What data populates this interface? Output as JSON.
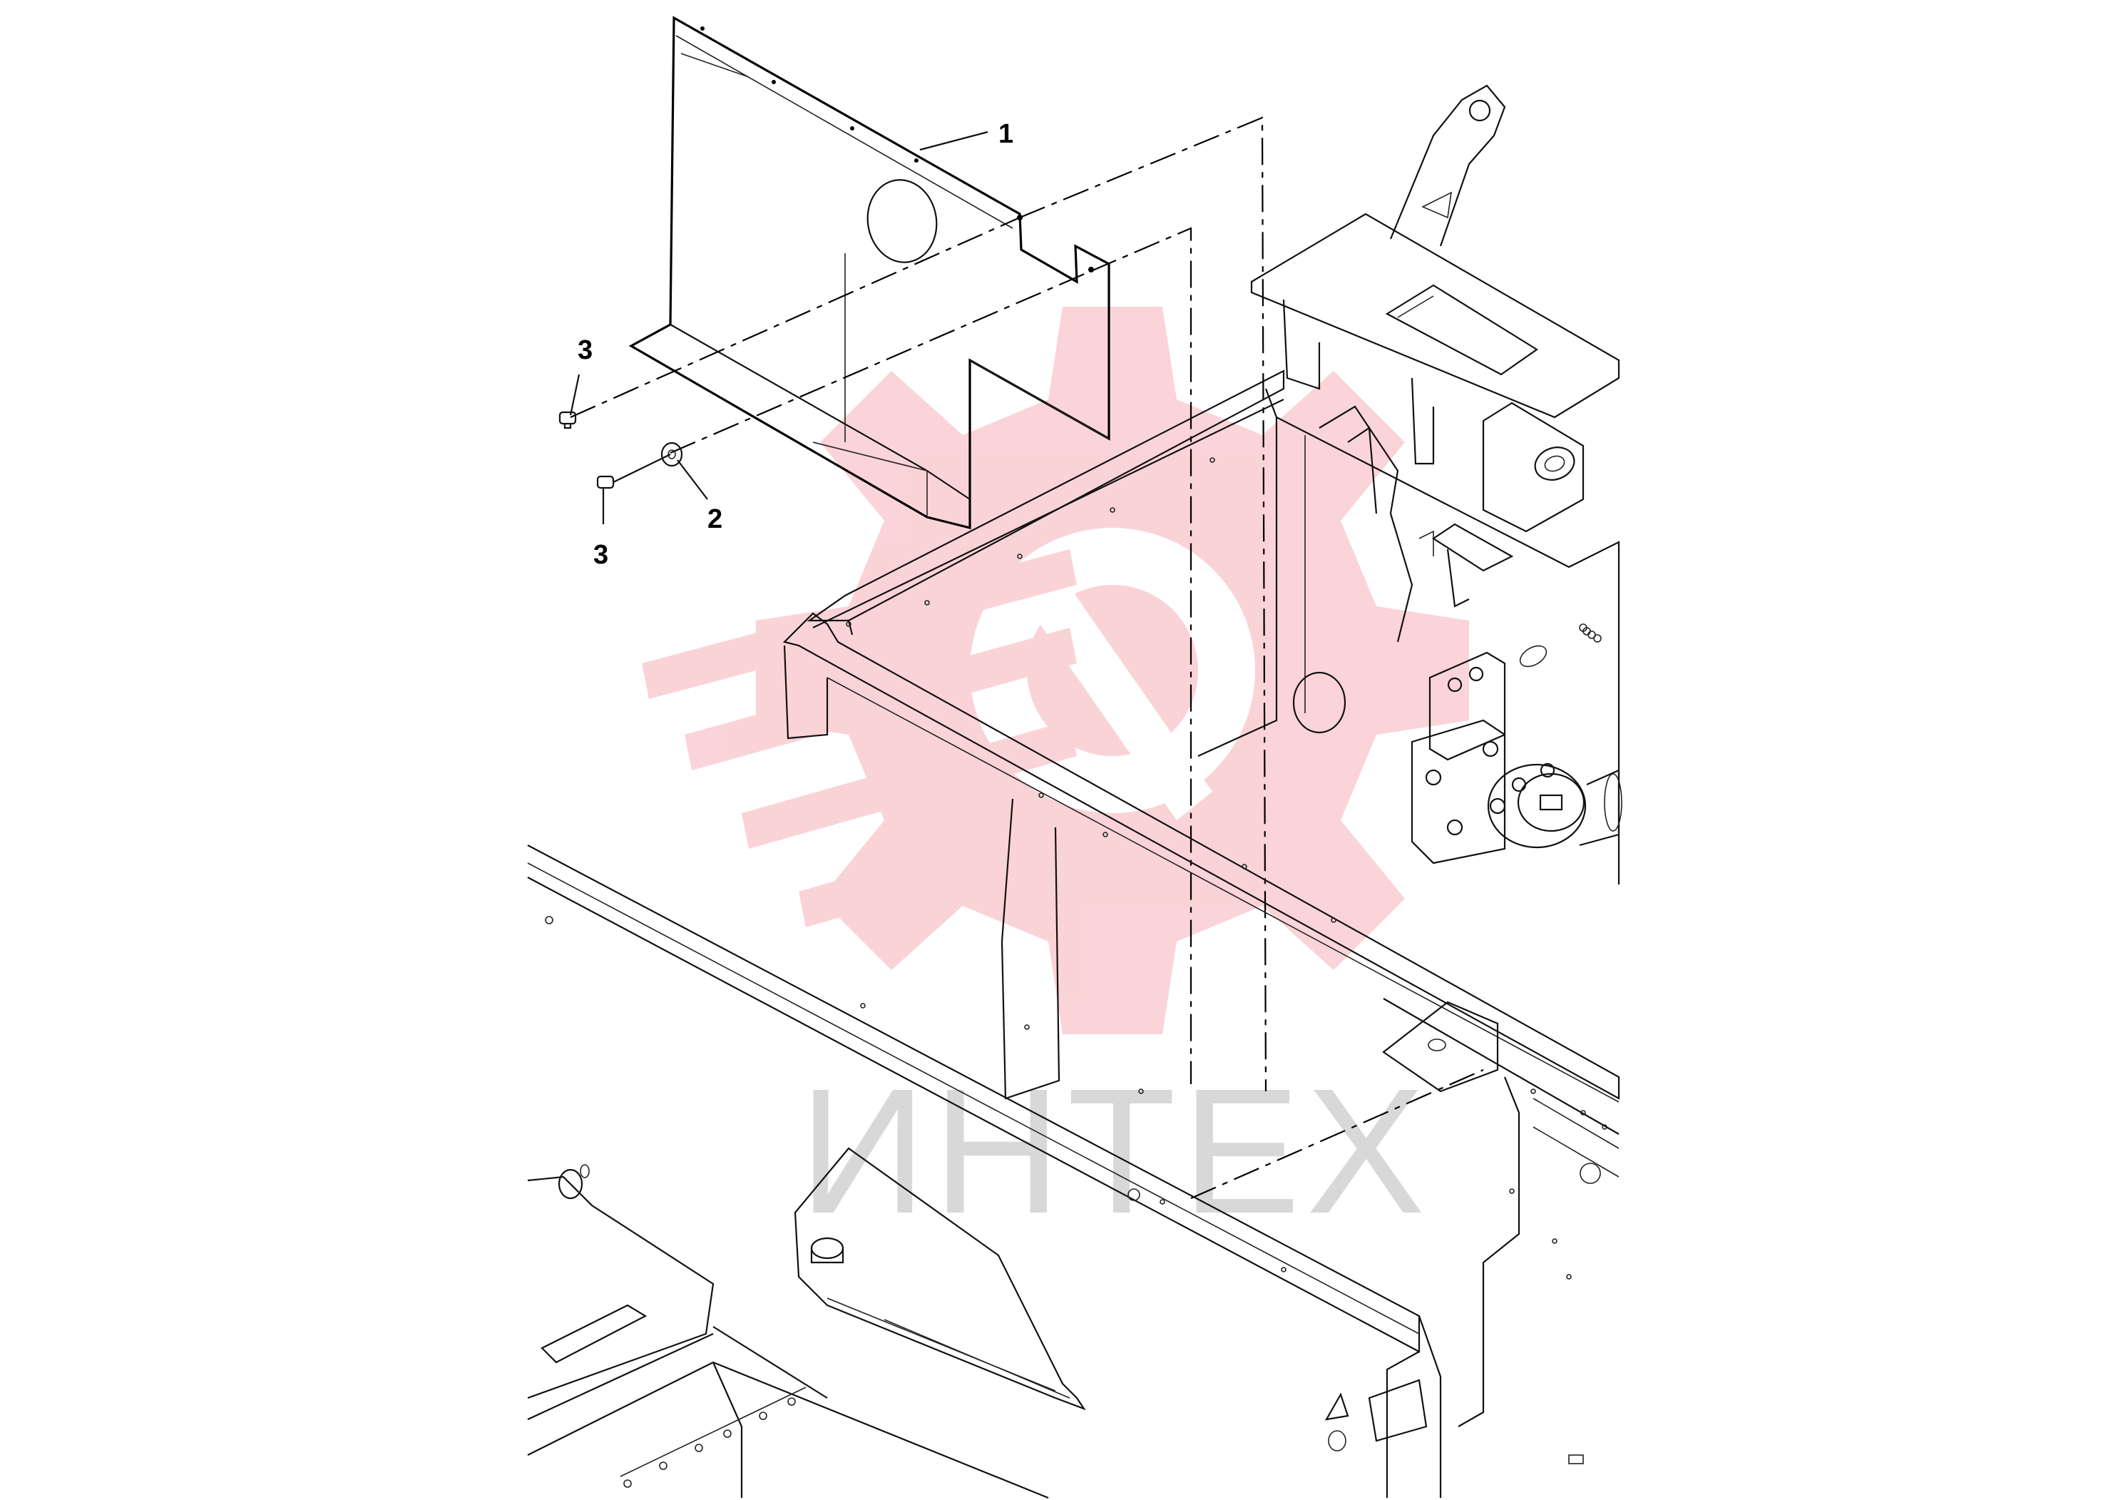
{
  "callouts": [
    {
      "id": "1",
      "label": "1"
    },
    {
      "id": "2",
      "label": "2"
    },
    {
      "id": "3a",
      "label": "3"
    },
    {
      "id": "3b",
      "label": "3"
    }
  ],
  "watermark": {
    "text": "ИНТЕХ",
    "color": "#f4a0a8",
    "text_color": "#d8d8d8"
  },
  "colors": {
    "line": "#000000",
    "background": "#ffffff"
  }
}
